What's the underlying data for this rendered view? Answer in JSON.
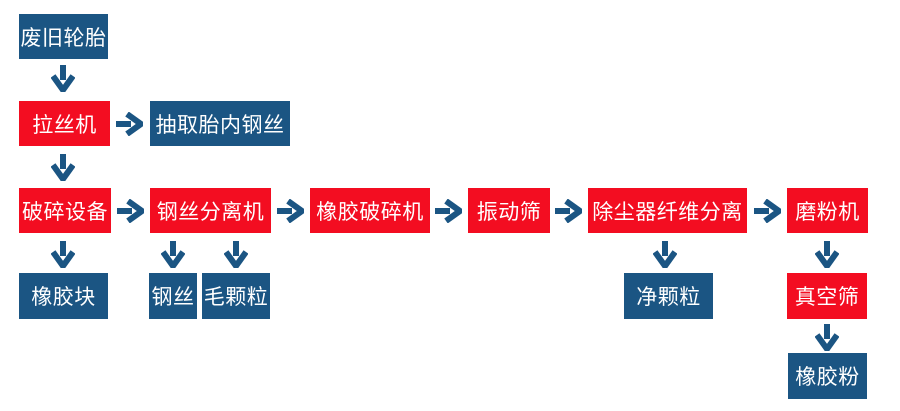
{
  "colors": {
    "box_blue": "#1b5583",
    "box_red": "#f30d21",
    "arrow": "#1b5583",
    "box_text": "#ffffff",
    "background": "#ffffff"
  },
  "flowchart": {
    "nodes": {
      "waste_tire": {
        "label": "废旧轮胎",
        "color": "blue"
      },
      "wire_drawing_machine": {
        "label": "拉丝机",
        "color": "red"
      },
      "extract_inner_steel_wire": {
        "label": "抽取胎内钢丝",
        "color": "blue"
      },
      "crushing_equipment": {
        "label": "破碎设备",
        "color": "red"
      },
      "steel_wire_separator": {
        "label": "钢丝分离机",
        "color": "red"
      },
      "rubber_crusher": {
        "label": "橡胶破碎机",
        "color": "red"
      },
      "vibrating_screen": {
        "label": "振动筛",
        "color": "red"
      },
      "dust_collector_fiber_separation": {
        "label": "除尘器纤维分离",
        "color": "red"
      },
      "grinding_machine": {
        "label": "磨粉机",
        "color": "red"
      },
      "rubber_block": {
        "label": "橡胶块",
        "color": "blue"
      },
      "steel_wire": {
        "label": "钢丝",
        "color": "blue"
      },
      "rough_granules": {
        "label": "毛颗粒",
        "color": "blue"
      },
      "clean_granules": {
        "label": "净颗粒",
        "color": "blue"
      },
      "vacuum_screen": {
        "label": "真空筛",
        "color": "red"
      },
      "rubber_powder": {
        "label": "橡胶粉",
        "color": "blue"
      }
    },
    "edges": [
      {
        "from": "waste_tire",
        "to": "wire_drawing_machine",
        "direction": "down"
      },
      {
        "from": "wire_drawing_machine",
        "to": "extract_inner_steel_wire",
        "direction": "right"
      },
      {
        "from": "wire_drawing_machine",
        "to": "crushing_equipment",
        "direction": "down"
      },
      {
        "from": "crushing_equipment",
        "to": "rubber_block",
        "direction": "down"
      },
      {
        "from": "crushing_equipment",
        "to": "steel_wire_separator",
        "direction": "right"
      },
      {
        "from": "steel_wire_separator",
        "to": "steel_wire",
        "direction": "down"
      },
      {
        "from": "steel_wire_separator",
        "to": "rough_granules",
        "direction": "down"
      },
      {
        "from": "steel_wire_separator",
        "to": "rubber_crusher",
        "direction": "right"
      },
      {
        "from": "rubber_crusher",
        "to": "vibrating_screen",
        "direction": "right"
      },
      {
        "from": "vibrating_screen",
        "to": "dust_collector_fiber_separation",
        "direction": "right"
      },
      {
        "from": "dust_collector_fiber_separation",
        "to": "clean_granules",
        "direction": "down"
      },
      {
        "from": "dust_collector_fiber_separation",
        "to": "grinding_machine",
        "direction": "right"
      },
      {
        "from": "grinding_machine",
        "to": "vacuum_screen",
        "direction": "down"
      },
      {
        "from": "vacuum_screen",
        "to": "rubber_powder",
        "direction": "down"
      }
    ]
  }
}
